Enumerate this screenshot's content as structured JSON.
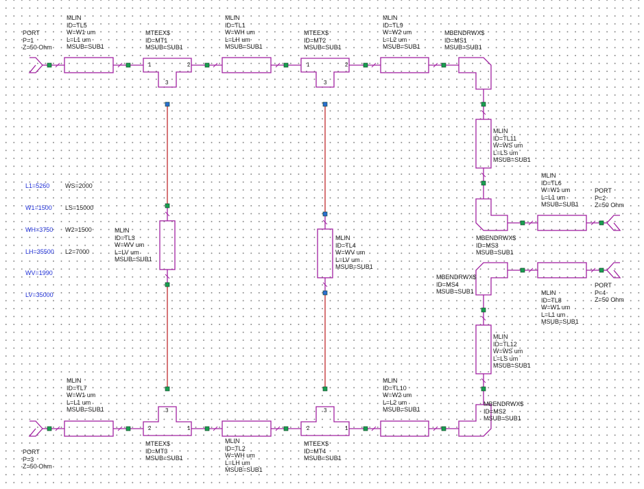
{
  "colors": {
    "element": "#a020a0",
    "wire": "#c0282c",
    "node": "#1a9e50",
    "node_blue": "#2b6fd0",
    "vars_blue": "#1f2fd6"
  },
  "variables": {
    "col1": [
      "L1=5260",
      "W1=1500",
      "WH=3750",
      "LH=35500",
      "WV=1990",
      "LV=35000"
    ],
    "col2": [
      "WS=2000",
      "LS=15000",
      "W2=1500",
      "L2=7000"
    ]
  },
  "labels": {
    "port1": [
      "PORT",
      "P=1",
      "Z=50 Ohm"
    ],
    "port2": [
      "PORT",
      "P=2",
      "Z=50 Ohm"
    ],
    "port3": [
      "PORT",
      "P=3",
      "Z=50 Ohm"
    ],
    "port4": [
      "PORT",
      "P=4",
      "Z=50 Ohm"
    ],
    "tl5": [
      "MLIN",
      "ID=TL5",
      "W=W1 um",
      "L=L1 um",
      "MSUB=SUB1"
    ],
    "tl1": [
      "MLIN",
      "ID=TL1",
      "W=WH um",
      "L=LH um",
      "MSUB=SUB1"
    ],
    "tl9": [
      "MLIN",
      "ID=TL9",
      "W=W2 um",
      "L=L2 um",
      "MSUB=SUB1"
    ],
    "tl11": [
      "MLIN",
      "ID=TL11",
      "W=WS um",
      "L=LS um",
      "MSUB=SUB1"
    ],
    "tl6": [
      "MLIN",
      "ID=TL6",
      "W=W1 um",
      "L=L1 um",
      "MSUB=SUB1"
    ],
    "tl3": [
      "MLIN",
      "ID=TL3",
      "W=WV um",
      "L=LV um",
      "MSUB=SUB1"
    ],
    "tl4": [
      "MLIN",
      "ID=TL4",
      "W=WV um",
      "L=LV um",
      "MSUB=SUB1"
    ],
    "tl8": [
      "MLIN",
      "ID=TL8",
      "W=W1 um",
      "L=L1 um",
      "MSUB=SUB1"
    ],
    "tl12": [
      "MLIN",
      "ID=TL12",
      "W=WS um",
      "L=LS um",
      "MSUB=SUB1"
    ],
    "tl7": [
      "MLIN",
      "ID=TL7",
      "W=W1 um",
      "L=L1 um",
      "MSUB=SUB1"
    ],
    "tl10": [
      "MLIN",
      "ID=TL10",
      "W=W2 um",
      "L=L2 um",
      "MSUB=SUB1"
    ],
    "tl2": [
      "MLIN",
      "ID=TL2",
      "W=WH um",
      "L=LH um",
      "MSUB=SUB1"
    ],
    "mt1": [
      "MTEEX$",
      "ID=MT1",
      "MSUB=SUB1"
    ],
    "mt2": [
      "MTEEX$",
      "ID=MT2",
      "MSUB=SUB1"
    ],
    "mt3": [
      "MTEEX$",
      "ID=MT3",
      "MSUB=SUB1"
    ],
    "mt4": [
      "MTEEX$",
      "ID=MT4",
      "MSUB=SUB1"
    ],
    "ms1": [
      "MBENDRWX$",
      "ID=MS1",
      "MSUB=SUB1"
    ],
    "ms2": [
      "MBENDRWX$",
      "ID=MS2",
      "MSUB=SUB1"
    ],
    "ms3": [
      "MBENDRWX$",
      "ID=MS3",
      "MSUB=SUB1"
    ],
    "ms4": [
      "MBENDRWX$",
      "ID=MS4",
      "MSUB=SUB1"
    ]
  },
  "pins": {
    "p1": "1",
    "p2": "2",
    "p3": "3"
  }
}
